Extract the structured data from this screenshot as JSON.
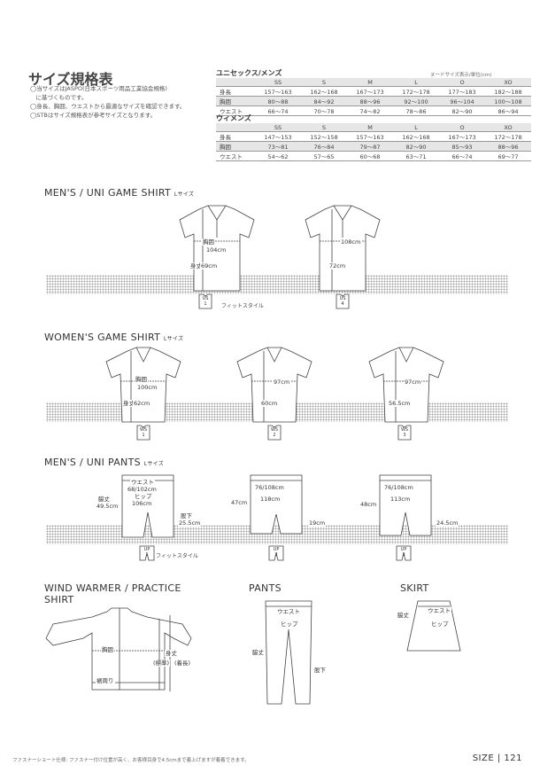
{
  "header": {
    "title": "サイズ規格表",
    "notes": [
      "◯当サイズはJASPO(日本スポーツ用品工業協会規格)",
      "　に基づくものです。",
      "◯身長、胸囲、ウエストから最適なサイズを確認できます。",
      "◯STBはサイズ規格表が参考サイズとなります。"
    ]
  },
  "unisex_table": {
    "title": "ユニセックス/メンズ",
    "unit_note": "ヌードサイズ表示/単位(cm)",
    "columns": [
      "SS",
      "S",
      "M",
      "L",
      "O",
      "XO"
    ],
    "rows": [
      {
        "label": "身長",
        "values": [
          "157〜163",
          "162〜168",
          "167〜173",
          "172〜178",
          "177〜183",
          "182〜188"
        ]
      },
      {
        "label": "胸囲",
        "values": [
          "80〜88",
          "84〜92",
          "88〜96",
          "92〜100",
          "96〜104",
          "100〜108"
        ]
      },
      {
        "label": "ウエスト",
        "values": [
          "66〜74",
          "70〜78",
          "74〜82",
          "78〜86",
          "82〜90",
          "86〜94"
        ]
      }
    ]
  },
  "womens_table": {
    "title": "ウィメンズ",
    "columns": [
      "SS",
      "S",
      "M",
      "L",
      "O",
      "XO"
    ],
    "rows": [
      {
        "label": "身長",
        "values": [
          "147〜153",
          "152〜158",
          "157〜163",
          "162〜168",
          "167〜173",
          "172〜178"
        ]
      },
      {
        "label": "胸囲",
        "values": [
          "73〜81",
          "76〜84",
          "79〜87",
          "82〜90",
          "85〜93",
          "88〜96"
        ]
      },
      {
        "label": "ウエスト",
        "values": [
          "54〜62",
          "57〜65",
          "60〜68",
          "63〜71",
          "66〜74",
          "69〜77"
        ]
      }
    ]
  },
  "mens_shirt": {
    "heading": "MEN'S / UNI GAME SHIRT",
    "size_note": "Lサイズ",
    "items": [
      {
        "chest_label": "胸囲",
        "chest": "104cm",
        "length_label": "身丈",
        "length": "69cm",
        "tag_code": "US",
        "tag_num": "1",
        "fit_label": "フィットスタイル"
      },
      {
        "chest": "108cm",
        "length": "72cm",
        "tag_code": "US",
        "tag_num": "4"
      }
    ]
  },
  "womens_shirt": {
    "heading": "WOMEN'S GAME SHIRT",
    "size_note": "Lサイズ",
    "items": [
      {
        "chest_label": "胸囲",
        "chest": "100cm",
        "length_label": "身丈",
        "length": "62cm",
        "tag_code": "WS",
        "tag_num": "1"
      },
      {
        "chest": "97cm",
        "length": "60cm",
        "tag_code": "WS",
        "tag_num": "2"
      },
      {
        "chest": "97cm",
        "length": "56.5cm",
        "tag_code": "WS",
        "tag_num": "3"
      }
    ]
  },
  "mens_pants": {
    "heading": "MEN'S / UNI PANTS",
    "size_note": "Lサイズ",
    "items": [
      {
        "waist_label": "ウエスト",
        "waist": "68/102cm",
        "hip_label": "ヒップ",
        "hip": "106cm",
        "length_label": "脇丈",
        "length": "49.5cm",
        "inseam_label": "股下",
        "inseam": "25.5cm",
        "tag_code": "UP",
        "tag_num": "1",
        "fit_label": "フィットスタイル"
      },
      {
        "waist": "76/108cm",
        "hip": "118cm",
        "length": "47cm",
        "inseam": "19cm",
        "tag_code": "UP",
        "tag_num": "2"
      },
      {
        "waist": "76/108cm",
        "hip": "113cm",
        "length": "48cm",
        "inseam": "24.5cm",
        "tag_code": "UP",
        "tag_num": "3"
      }
    ]
  },
  "wind_warmer": {
    "heading_line1": "WIND WARMER / PRACTICE",
    "heading_line2": "SHIRT",
    "chest_label": "胸囲",
    "hem_label": "裾周り",
    "length_label": "身丈",
    "standard_label": "(標準)",
    "long_label": "(着長)"
  },
  "pants_diagram": {
    "heading": "PANTS",
    "waist_label": "ウエスト",
    "hip_label": "ヒップ",
    "length_label": "脇丈",
    "inseam_label": "股下"
  },
  "skirt_diagram": {
    "heading": "SKIRT",
    "waist_label": "ウエスト",
    "length_label": "脇丈",
    "hip_label": "ヒップ"
  },
  "footer": {
    "note": "ファスナーショート仕様: ファスナー付け位置が高く、お客様目身で4.5cmまで着上げますが着着できます。",
    "page_label": "SIZE",
    "separator": "|",
    "page_number": "121"
  }
}
